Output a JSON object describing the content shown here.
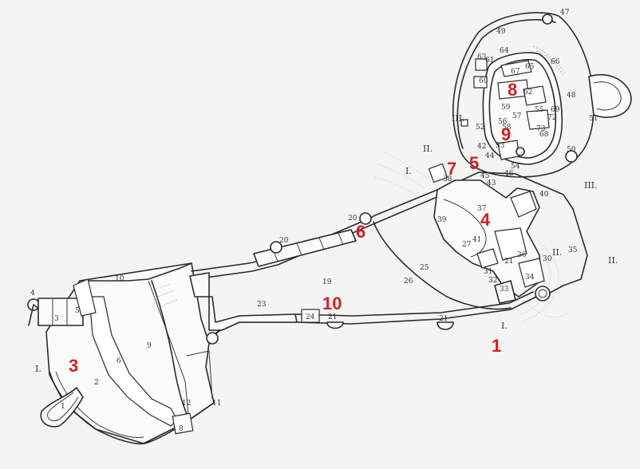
{
  "red_labels": [
    "1",
    "3",
    "4",
    "5",
    "6",
    "7",
    "8",
    "9",
    "10"
  ],
  "small_labels": [
    "1",
    "2",
    "3",
    "4",
    "5",
    "6",
    "8",
    "9",
    "10",
    "11",
    "12",
    "19",
    "20",
    "20",
    "21",
    "21",
    "21",
    "23",
    "24",
    "25",
    "26",
    "27",
    "30",
    "31",
    "32",
    "33",
    "34",
    "35",
    "36",
    "37",
    "38",
    "39",
    "40",
    "41",
    "42",
    "43",
    "44",
    "45",
    "46",
    "47",
    "48",
    "49",
    "50",
    "51",
    "52",
    "53",
    "54",
    "55",
    "56",
    "57",
    "58",
    "59",
    "60",
    "61",
    "62",
    "63",
    "64",
    "65",
    "66",
    "67",
    "68",
    "69",
    "72",
    "73"
  ],
  "roman_labels": [
    "I.",
    "I.",
    "I.",
    "II.",
    "II.",
    "II.",
    "III.",
    "III."
  ],
  "colors": {
    "red": "#d61f1f",
    "ink": "#2b2b2b"
  }
}
